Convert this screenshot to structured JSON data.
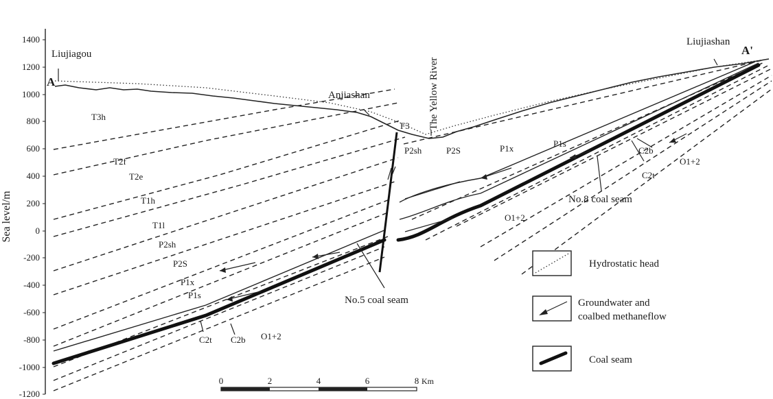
{
  "y_axis": {
    "label": "Sea level/m",
    "ticks": [
      "1400",
      "1200",
      "1000",
      "800",
      "600",
      "400",
      "200",
      "0",
      "-200",
      "-400",
      "-600",
      "-800",
      "-1000",
      "-1200"
    ]
  },
  "places": {
    "a": "A",
    "a_prime": "A'",
    "liujiagou": "Liujiagou",
    "anjiashan": "Anjiashan",
    "yellow_river": "The Yellow River",
    "liujiashan": "Liujiashan",
    "fault": "F3"
  },
  "strata": {
    "t3h": "T3h",
    "t2f": "T2f",
    "t2e": "T2e",
    "t1h": "T1h",
    "t1l": "T1l",
    "p2sh_left": "P2sh",
    "p2s_left": "P2S",
    "p1x_left": "P1x",
    "p1s_left": "P1s",
    "p2sh_right": "P2sh",
    "p2s_right": "P2S",
    "p1x_right": "P1x",
    "p1s_right": "P1s",
    "c2t_left": "C2t",
    "c2b_left": "C2b",
    "o_left": "O1+2",
    "o_mid": "O1+2",
    "o_right": "O1+2",
    "c2b_right": "C2b",
    "c2t_right": "C2t"
  },
  "callouts": {
    "no5": "No.5 coal seam",
    "no8": "No.8 coal seam"
  },
  "scale": {
    "ticks": [
      "0",
      "2",
      "4",
      "6",
      "8"
    ],
    "unit": "Km"
  },
  "legend": {
    "hydrostatic": "Hydrostatic head",
    "flow_line1": "Groundwater and",
    "flow_line2": "coalbed methaneflow",
    "coal": "Coal seam"
  }
}
